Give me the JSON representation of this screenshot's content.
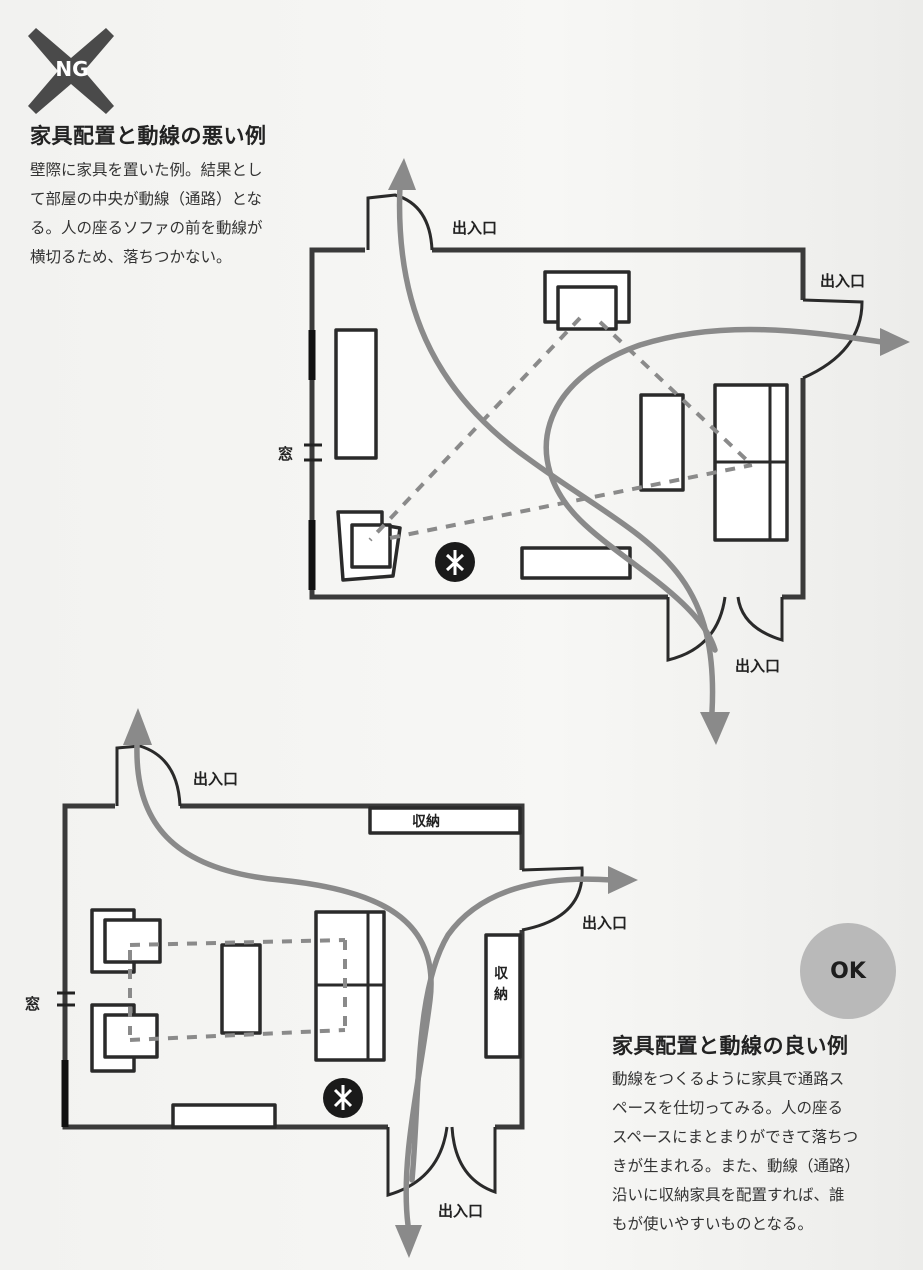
{
  "ng_section": {
    "badge": "NG",
    "title": "家具配置と動線の悪い例",
    "description_lines": [
      "壁際に家具を置いた例。結果とし",
      "て部屋の中央が動線（通路）とな",
      "る。人の座るソファの前を動線が",
      "横切るため、落ちつかない。"
    ],
    "labels": {
      "entrance_top": "出入口",
      "entrance_right": "出入口",
      "entrance_bottom": "出入口",
      "window": "窓"
    }
  },
  "ok_section": {
    "badge": "OK",
    "title": "家具配置と動線の良い例",
    "description_lines": [
      "動線をつくるように家具で通路ス",
      "ペースを仕切ってみる。人の座る",
      "スペースにまとまりができて落ちつ",
      "きが生まれる。また、動線（通路）",
      "沿いに収納家具を配置すれば、誰",
      "もが使いやすいものとなる。"
    ],
    "labels": {
      "entrance_top": "出入口",
      "entrance_right": "出入口",
      "entrance_bottom": "出入口",
      "window": "窓",
      "storage_top": "収納",
      "storage_side_1": "収",
      "storage_side_2": "納"
    }
  },
  "colors": {
    "flow_line": "#8a8a8a",
    "ng_badge": "#4a4a4a",
    "ok_badge": "#b9b9b9"
  }
}
